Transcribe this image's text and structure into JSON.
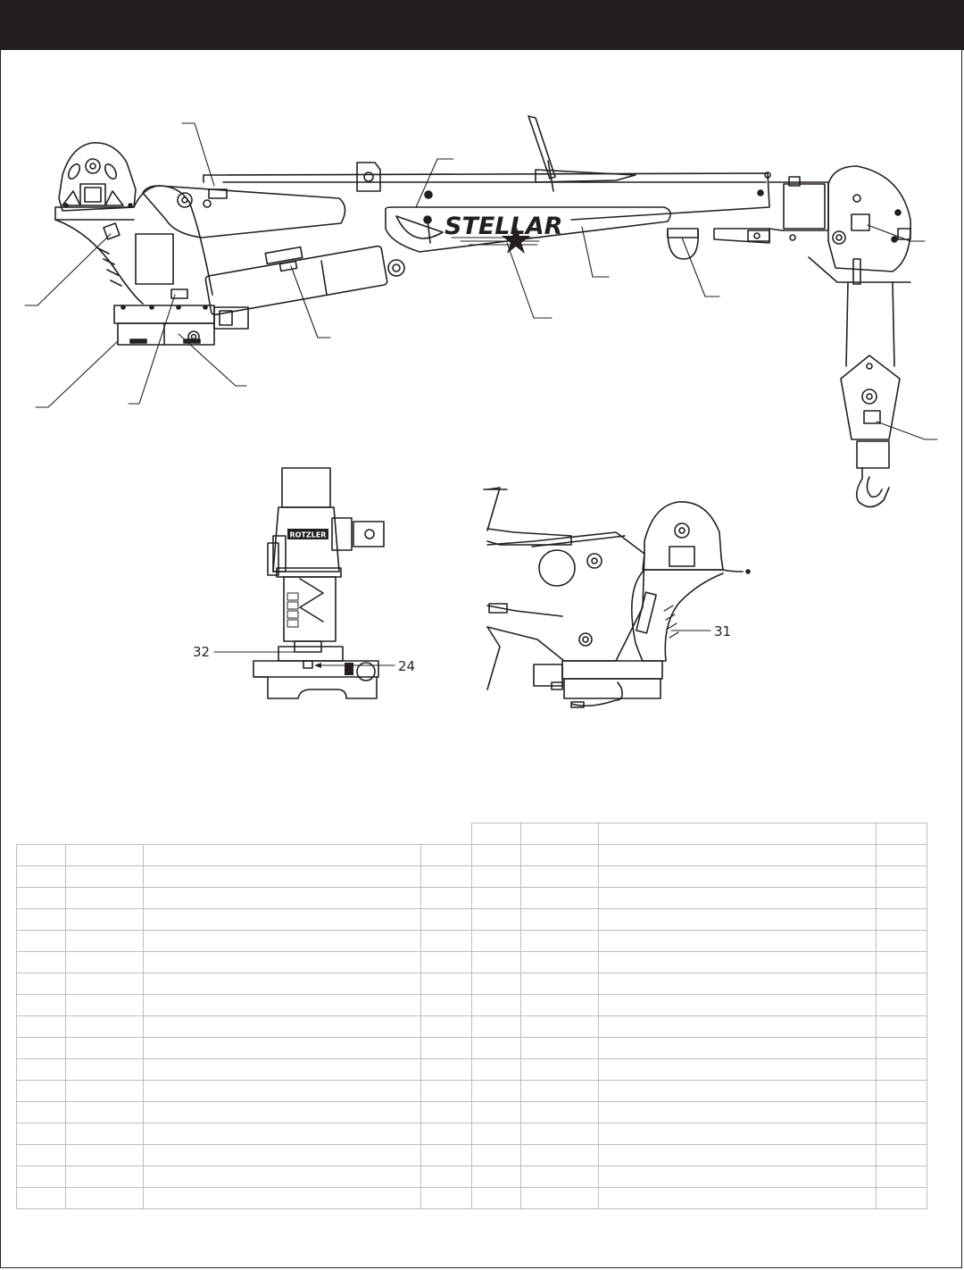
{
  "header": {
    "title": ""
  },
  "drawing": {
    "brand_logo": "STELLAR",
    "winch_plate": "ROTZLER",
    "callouts": [
      {
        "id": "label-32",
        "text": "32"
      },
      {
        "id": "label-24",
        "text": "24"
      },
      {
        "id": "label-31",
        "text": "31"
      }
    ]
  },
  "tables": {
    "left": {
      "rows": [
        [
          "",
          "",
          "",
          ""
        ],
        [
          "",
          "",
          "",
          ""
        ],
        [
          "",
          "",
          "",
          ""
        ],
        [
          "",
          "",
          "",
          ""
        ],
        [
          "",
          "",
          "",
          ""
        ],
        [
          "",
          "",
          "",
          ""
        ],
        [
          "",
          "",
          "",
          ""
        ],
        [
          "",
          "",
          "",
          ""
        ],
        [
          "",
          "",
          "",
          ""
        ],
        [
          "",
          "",
          "",
          ""
        ],
        [
          "",
          "",
          "",
          ""
        ],
        [
          "",
          "",
          "",
          ""
        ],
        [
          "",
          "",
          "",
          ""
        ],
        [
          "",
          "",
          "",
          ""
        ],
        [
          "",
          "",
          "",
          ""
        ],
        [
          "",
          "",
          "",
          ""
        ],
        [
          "",
          "",
          "",
          ""
        ]
      ]
    },
    "right": {
      "rows": [
        [
          "",
          "",
          "",
          ""
        ],
        [
          "",
          "",
          "",
          ""
        ],
        [
          "",
          "",
          "",
          ""
        ],
        [
          "",
          "",
          "",
          ""
        ],
        [
          "",
          "",
          "",
          ""
        ],
        [
          "",
          "",
          "",
          ""
        ],
        [
          "",
          "",
          "",
          ""
        ],
        [
          "",
          "",
          "",
          ""
        ],
        [
          "",
          "",
          "",
          ""
        ],
        [
          "",
          "",
          "",
          ""
        ],
        [
          "",
          "",
          "",
          ""
        ],
        [
          "",
          "",
          "",
          ""
        ],
        [
          "",
          "",
          "",
          ""
        ],
        [
          "",
          "",
          "",
          ""
        ],
        [
          "",
          "",
          "",
          ""
        ],
        [
          "",
          "",
          "",
          ""
        ],
        [
          "",
          "",
          "",
          ""
        ],
        [
          "",
          "",
          "",
          ""
        ],
        [
          "",
          "",
          "",
          ""
        ],
        [
          "",
          "",
          "",
          ""
        ],
        [
          "",
          "",
          "",
          ""
        ],
        [
          "",
          "",
          "",
          ""
        ],
        [
          "",
          "",
          "",
          ""
        ],
        [
          "",
          "",
          "",
          ""
        ],
        [
          "",
          "",
          "",
          ""
        ],
        [
          "",
          "",
          "",
          ""
        ],
        [
          "",
          "",
          "",
          ""
        ],
        [
          "",
          "",
          "",
          ""
        ],
        [
          "",
          "",
          "",
          ""
        ],
        [
          "",
          "",
          "",
          ""
        ],
        [
          "",
          "",
          "",
          ""
        ],
        [
          "",
          "",
          "",
          ""
        ],
        [
          "",
          "",
          "",
          ""
        ],
        [
          "",
          "",
          "",
          ""
        ],
        [
          "",
          "",
          "",
          ""
        ],
        [
          "",
          "",
          "",
          ""
        ],
        [
          "",
          "",
          "",
          ""
        ],
        [
          "",
          "",
          "",
          ""
        ],
        [
          "",
          "",
          "",
          ""
        ],
        [
          "",
          "",
          "",
          ""
        ],
        [
          "",
          "",
          "",
          ""
        ],
        [
          "",
          "",
          "",
          ""
        ],
        [
          "",
          "",
          "",
          ""
        ],
        [
          "",
          "",
          "",
          ""
        ],
        [
          "",
          "",
          "",
          ""
        ],
        [
          "",
          "",
          "",
          ""
        ],
        [
          "",
          "",
          "",
          ""
        ],
        [
          "",
          "",
          "",
          ""
        ],
        [
          "",
          "",
          "",
          ""
        ],
        [
          "",
          "",
          "",
          ""
        ],
        [
          "",
          "",
          "",
          ""
        ],
        [
          "",
          "",
          "",
          ""
        ],
        [
          "",
          "",
          "",
          ""
        ],
        [
          "",
          "",
          "",
          ""
        ],
        [
          "",
          "",
          "",
          ""
        ],
        [
          "",
          "",
          "",
          ""
        ],
        [
          "",
          "",
          "",
          ""
        ],
        [
          "",
          "",
          "",
          ""
        ],
        [
          "",
          "",
          "",
          ""
        ],
        [
          "",
          "",
          "",
          ""
        ],
        [
          "",
          "",
          "",
          ""
        ],
        [
          "",
          "",
          "",
          ""
        ],
        [
          "",
          "",
          "",
          ""
        ],
        [
          "",
          "",
          "",
          ""
        ],
        [
          "",
          "",
          "",
          ""
        ],
        [
          "",
          "",
          "",
          ""
        ],
        [
          "",
          "",
          "",
          ""
        ],
        [
          "",
          "",
          "",
          ""
        ],
        [
          "",
          "",
          "",
          ""
        ],
        [
          "",
          "",
          "",
          ""
        ],
        [
          "",
          "",
          "",
          ""
        ],
        [
          "",
          "",
          "",
          ""
        ],
        [
          "",
          "",
          "",
          ""
        ],
        [
          "",
          "",
          "",
          ""
        ],
        [
          "",
          "",
          "",
          ""
        ],
        [
          "",
          "",
          "",
          ""
        ],
        [
          "",
          "",
          "",
          ""
        ],
        [
          "",
          "",
          "",
          ""
        ],
        [
          "",
          "",
          "",
          ""
        ],
        [
          "",
          "",
          "",
          ""
        ],
        [
          "",
          "",
          "",
          ""
        ],
        [
          "",
          "",
          "",
          ""
        ],
        [
          "",
          "",
          "",
          ""
        ],
        [
          "",
          "",
          "",
          ""
        ],
        [
          "",
          "",
          "",
          ""
        ],
        [
          "",
          "",
          "",
          ""
        ],
        [
          "",
          "",
          "",
          ""
        ],
        [
          "",
          "",
          "",
          ""
        ],
        [
          "",
          "",
          "",
          ""
        ],
        [
          "",
          "",
          "",
          ""
        ],
        [
          "",
          "",
          "",
          ""
        ],
        [
          "",
          "",
          "",
          ""
        ],
        [
          "",
          "",
          "",
          ""
        ],
        [
          "",
          "",
          "",
          ""
        ],
        [
          "",
          "",
          "",
          ""
        ],
        [
          "",
          "",
          "",
          ""
        ],
        [
          "",
          "",
          "",
          ""
        ],
        [
          "",
          "",
          "",
          ""
        ]
      ]
    }
  }
}
